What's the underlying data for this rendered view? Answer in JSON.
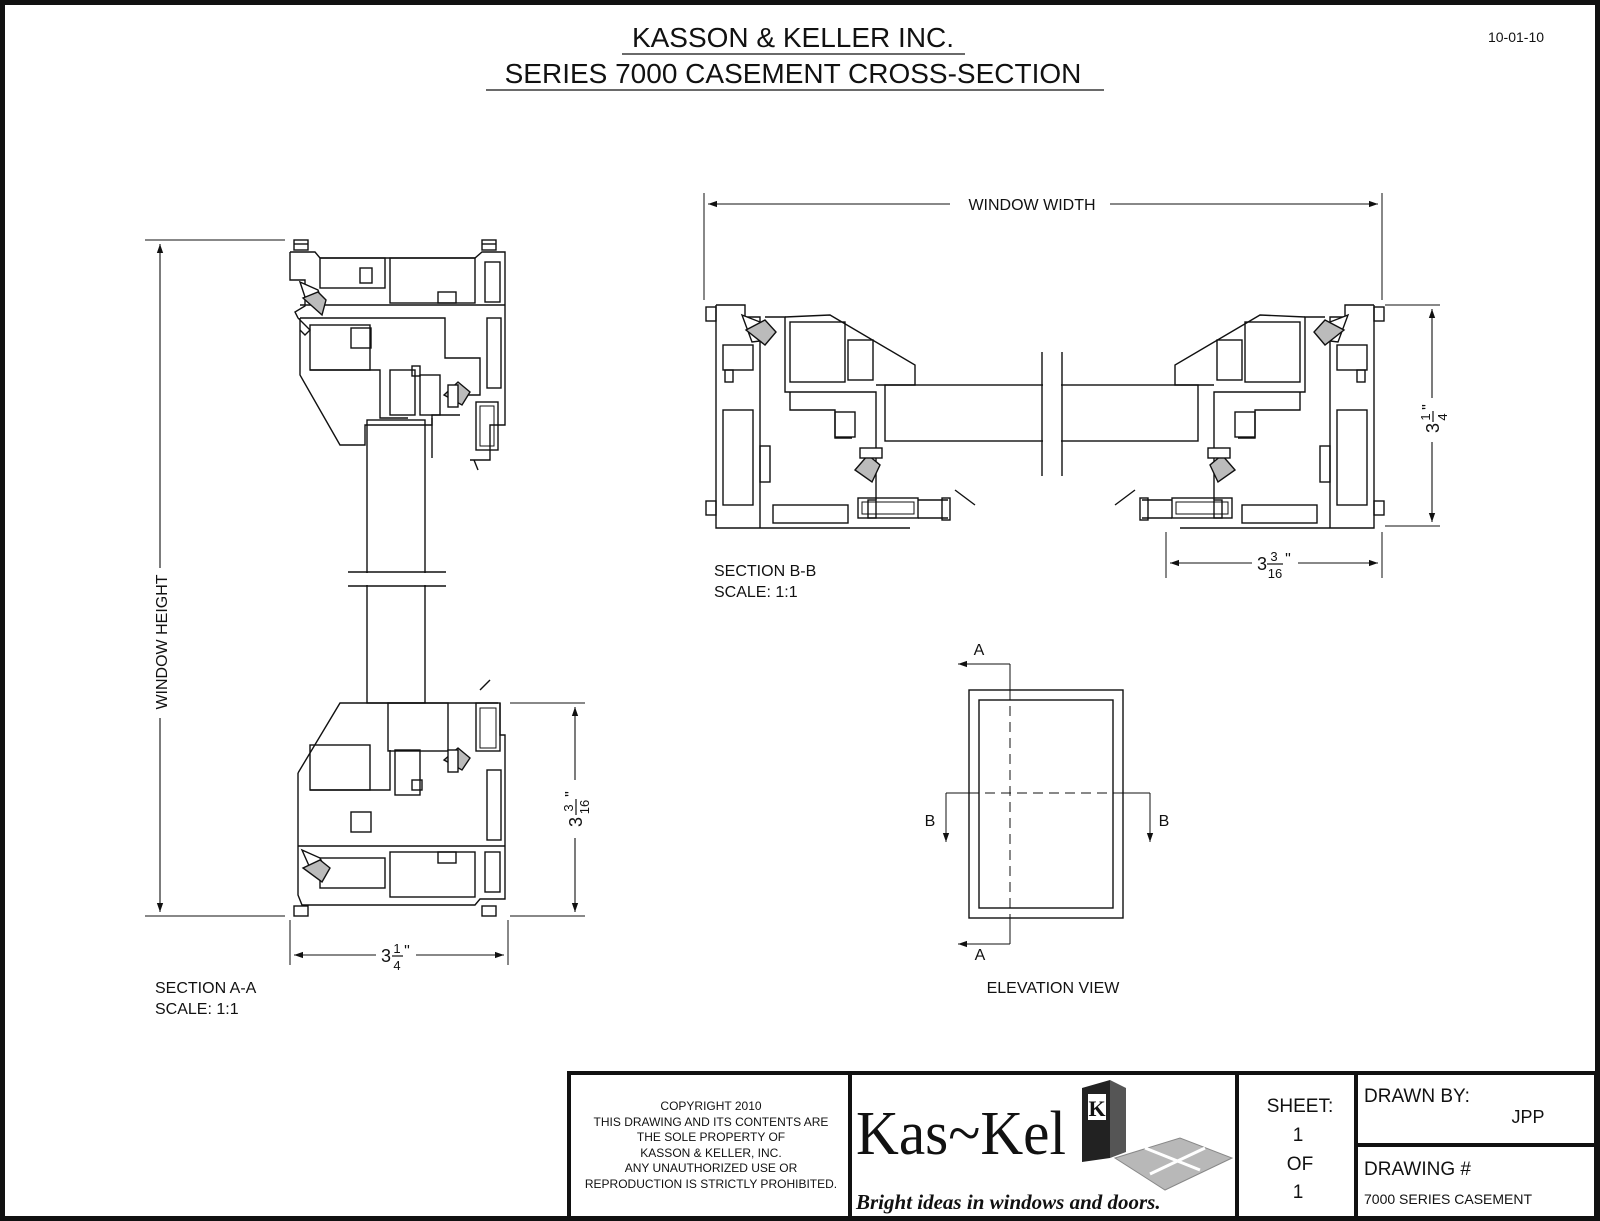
{
  "header": {
    "company": "KASSON & KELLER INC.",
    "title": "SERIES 7000 CASEMENT CROSS-SECTION",
    "date": "10-01-10"
  },
  "section_a": {
    "dim_height_label": "WINDOW HEIGHT",
    "dim_side_whole": "3",
    "dim_side_num": "3",
    "dim_side_den": "16",
    "dim_side_unit": "\"",
    "dim_bottom_whole": "3",
    "dim_bottom_num": "1",
    "dim_bottom_den": "4",
    "dim_bottom_unit": "\"",
    "caption": "SECTION A-A",
    "scale": "SCALE: 1:1"
  },
  "section_b": {
    "dim_width_label": "WINDOW WIDTH",
    "dim_side_whole": "3",
    "dim_side_num": "1",
    "dim_side_den": "4",
    "dim_side_unit": "\"",
    "dim_bottom_whole": "3",
    "dim_bottom_num": "3",
    "dim_bottom_den": "16",
    "dim_bottom_unit": "\"",
    "caption": "SECTION B-B",
    "scale": "SCALE: 1:1"
  },
  "elevation": {
    "label_a_top": "A",
    "label_a_bottom": "A",
    "label_b_left": "B",
    "label_b_right": "B",
    "caption": "ELEVATION VIEW"
  },
  "title_block": {
    "copyright_lines": [
      "COPYRIGHT 2010",
      "THIS DRAWING AND ITS CONTENTS ARE",
      "THE SOLE PROPERTY OF",
      "KASSON & KELLER, INC.",
      "ANY UNAUTHORIZED USE OR",
      "REPRODUCTION IS STRICTLY PROHIBITED."
    ],
    "logo_text": "Kas~Kel",
    "logo_mark": "K",
    "tagline": "Bright ideas in windows and doors.",
    "sheet_label": "SHEET:",
    "sheet_number": "1",
    "sheet_of": "OF",
    "sheet_total": "1",
    "drawn_by_label": "DRAWN BY:",
    "drawn_by": "JPP",
    "drawing_no_label": "DRAWING #",
    "drawing_no": "7000 SERIES CASEMENT"
  }
}
